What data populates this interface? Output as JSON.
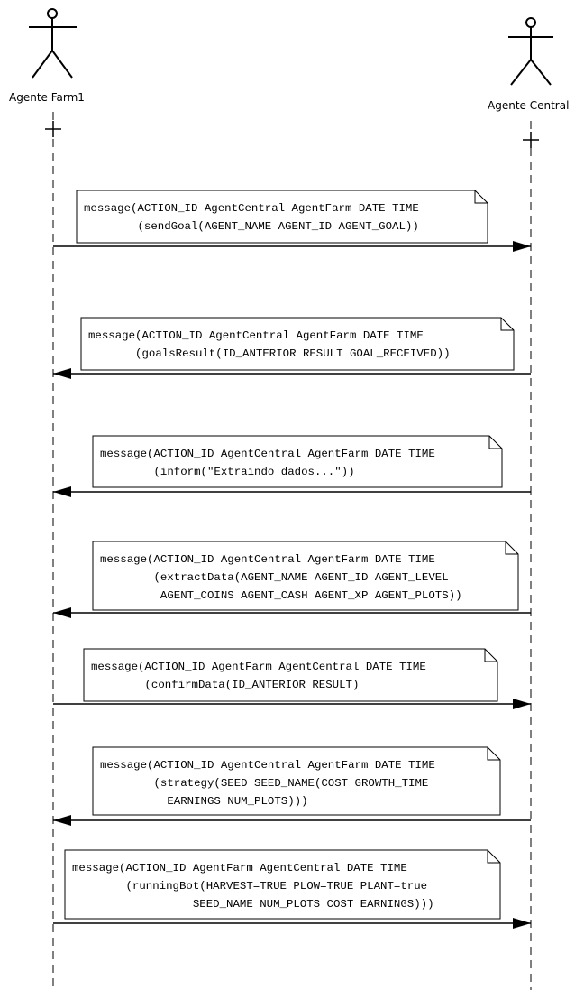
{
  "actors": [
    {
      "name": "Agente Farm1"
    },
    {
      "name": "Agente Central"
    }
  ],
  "messages": [
    {
      "direction": "Agente Farm1 -> Agente Central",
      "lines": [
        "message(ACTION_ID AgentCentral AgentFarm DATE TIME",
        "        (sendGoal(AGENT_NAME AGENT_ID AGENT_GOAL))"
      ]
    },
    {
      "direction": "Agente Central -> Agente Farm1",
      "lines": [
        "message(ACTION_ID AgentCentral AgentFarm DATE TIME",
        "       (goalsResult(ID_ANTERIOR RESULT GOAL_RECEIVED))"
      ]
    },
    {
      "direction": "Agente Central -> Agente Farm1",
      "lines": [
        "message(ACTION_ID AgentCentral AgentFarm DATE TIME",
        "        (inform(\"Extraindo dados...\"))"
      ]
    },
    {
      "direction": "Agente Central -> Agente Farm1",
      "lines": [
        "message(ACTION_ID AgentCentral AgentFarm DATE TIME",
        "        (extractData(AGENT_NAME AGENT_ID AGENT_LEVEL",
        "         AGENT_COINS AGENT_CASH AGENT_XP AGENT_PLOTS))"
      ]
    },
    {
      "direction": "Agente Farm1 -> Agente Central",
      "lines": [
        "message(ACTION_ID AgentFarm AgentCentral DATE TIME",
        "        (confirmData(ID_ANTERIOR RESULT)"
      ]
    },
    {
      "direction": "Agente Central -> Agente Farm1",
      "lines": [
        "message(ACTION_ID AgentCentral AgentFarm DATE TIME",
        "        (strategy(SEED SEED_NAME(COST GROWTH_TIME",
        "          EARNINGS NUM_PLOTS)))"
      ]
    },
    {
      "direction": "Agente Farm1 -> Agente Central",
      "lines": [
        "message(ACTION_ID AgentFarm AgentCentral DATE TIME",
        "        (runningBot(HARVEST=TRUE PLOW=TRUE PLANT=true",
        "                  SEED_NAME NUM_PLOTS COST EARNINGS)))"
      ]
    }
  ]
}
